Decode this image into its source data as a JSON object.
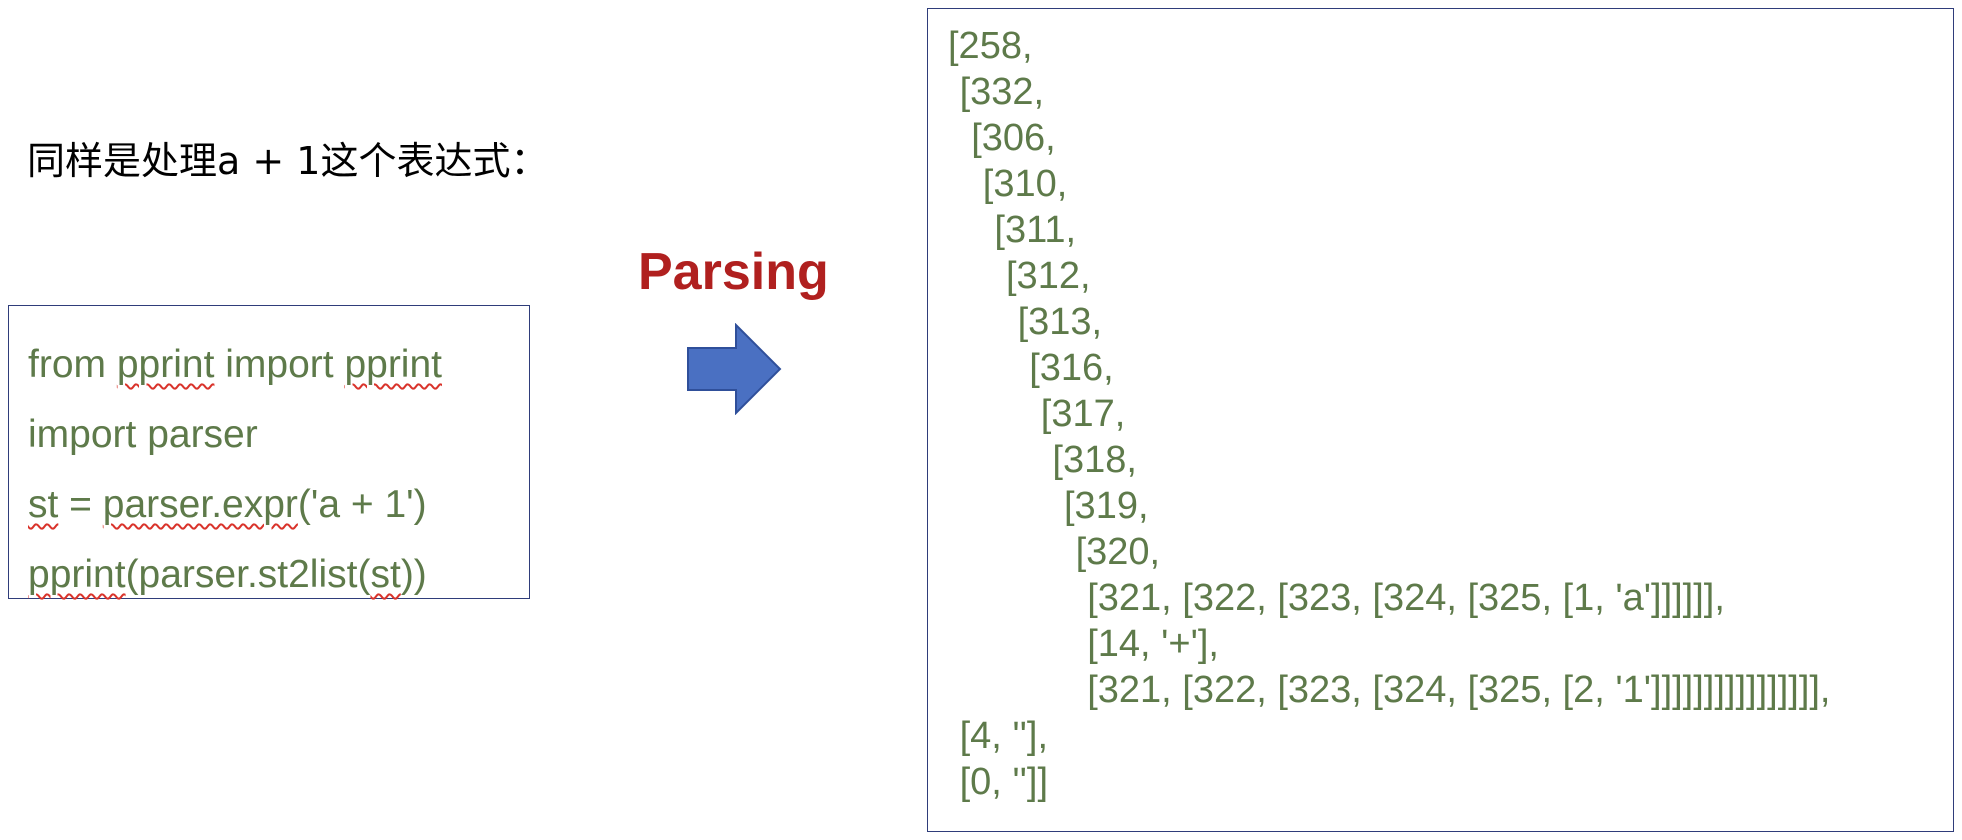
{
  "heading": "同样是处理a + 1这个表达式：",
  "code": {
    "lines": [
      [
        {
          "text": "from "
        },
        {
          "text": "pprint",
          "squiggle": true
        },
        {
          "text": " import "
        },
        {
          "text": "pprint",
          "squiggle": true
        }
      ],
      [
        {
          "text": "import parser"
        }
      ],
      [
        {
          "text": "st",
          "squiggle": true
        },
        {
          "text": " = "
        },
        {
          "text": "parser.expr",
          "squiggle": true
        },
        {
          "text": "('a + 1')"
        }
      ],
      [
        {
          "text": "pprint",
          "squiggle": true
        },
        {
          "text": "(parser.st2list("
        },
        {
          "text": "st",
          "squiggle": true
        },
        {
          "text": "))"
        }
      ]
    ]
  },
  "arrow_label": "Parsing",
  "colors": {
    "code_text": "#5e7a4a",
    "box_border": "#2f3d7a",
    "arrow_fill": "#4a70c2",
    "arrow_stroke": "#2f4f9a",
    "label": "#b0201f"
  },
  "tree": {
    "lines": [
      {
        "indent": 0,
        "text": "[258,"
      },
      {
        "indent": 1,
        "text": "[332,"
      },
      {
        "indent": 2,
        "text": "[306,"
      },
      {
        "indent": 3,
        "text": "[310,"
      },
      {
        "indent": 4,
        "text": "[311,"
      },
      {
        "indent": 5,
        "text": "[312,"
      },
      {
        "indent": 6,
        "text": "[313,"
      },
      {
        "indent": 7,
        "text": "[316,"
      },
      {
        "indent": 8,
        "text": "[317,"
      },
      {
        "indent": 9,
        "text": "[318,"
      },
      {
        "indent": 10,
        "text": "[319,"
      },
      {
        "indent": 11,
        "text": "[320,"
      },
      {
        "indent": 12,
        "text": "[321, [322, [323, [324, [325, [1, 'a']]]]]],"
      },
      {
        "indent": 12,
        "text": "[14, '+'],"
      },
      {
        "indent": 12,
        "text": "[321, [322, [323, [324, [325, [2, '1']]]]]]]]]]]]]]]],"
      },
      {
        "indent": 1,
        "text": "[4, ''],"
      },
      {
        "indent": 1,
        "text": "[0, '']]"
      }
    ]
  }
}
